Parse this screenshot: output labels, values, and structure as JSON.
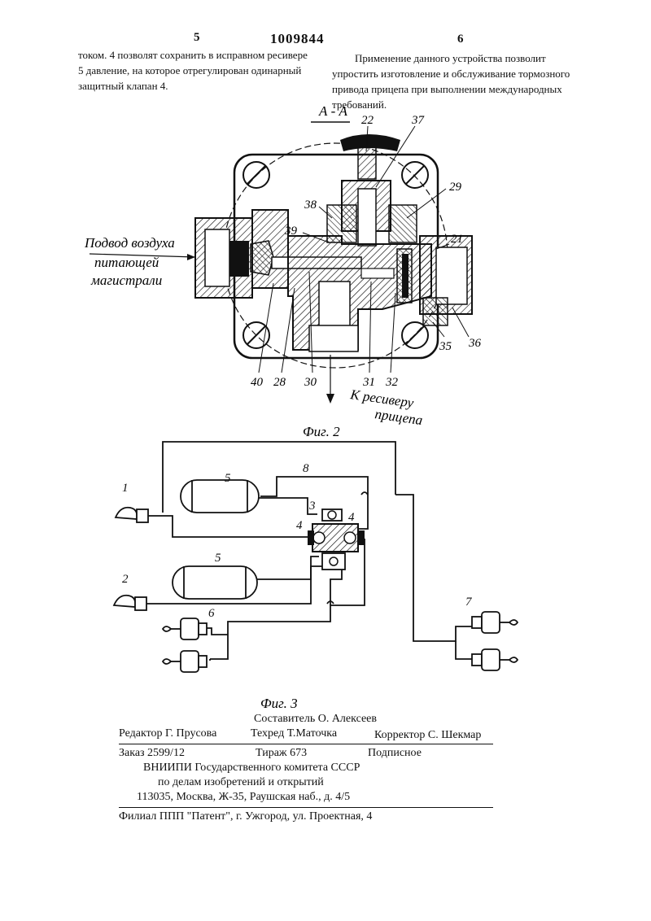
{
  "header": {
    "page_left": "5",
    "patent_number": "1009844",
    "page_right": "6"
  },
  "left_column": {
    "text": "током. 4 позволят сохранить в исправном ресивере 5 давление, на которое отрегулирован одинарный защитный клапан 4."
  },
  "right_column": {
    "text": "Применение данного устройства позволит упростить изготовление и обслуживание тормозного привода прицепа при выполнении международных требований."
  },
  "figure2": {
    "section_label": "А - А",
    "caption": "Фиг. 2",
    "inlet_label_1": "Подвод воздуха",
    "inlet_label_2": "питающей",
    "inlet_label_3": "магистрали",
    "outlet_label_1": "К ресиверу",
    "outlet_label_2": "прицепа",
    "callouts": [
      "22",
      "37",
      "29",
      "38",
      "39",
      "21",
      "35",
      "36",
      "40",
      "28",
      "30",
      "31",
      "32"
    ]
  },
  "figure3": {
    "caption": "Фиг. 3",
    "callouts": [
      "8",
      "5",
      "1",
      "3",
      "4",
      "4",
      "5",
      "2",
      "6",
      "7"
    ]
  },
  "footer": {
    "compiler": "Составитель О. Алексеев",
    "editor": "Редактор Г. Прусова",
    "techred": "Техред Т.Маточка",
    "corrector": "Корректор С. Шекмар",
    "order": "Заказ 2599/12",
    "circulation": "Тираж 673",
    "subscription": "Подписное",
    "org_1": "ВНИИПИ Государственного комитета СССР",
    "org_2": "по делам изобретений и открытий",
    "address": "113035, Москва, Ж-35, Раушская наб., д. 4/5",
    "branch": "Филиал ППП \"Патент\", г. Ужгород, ул. Проектная, 4"
  }
}
